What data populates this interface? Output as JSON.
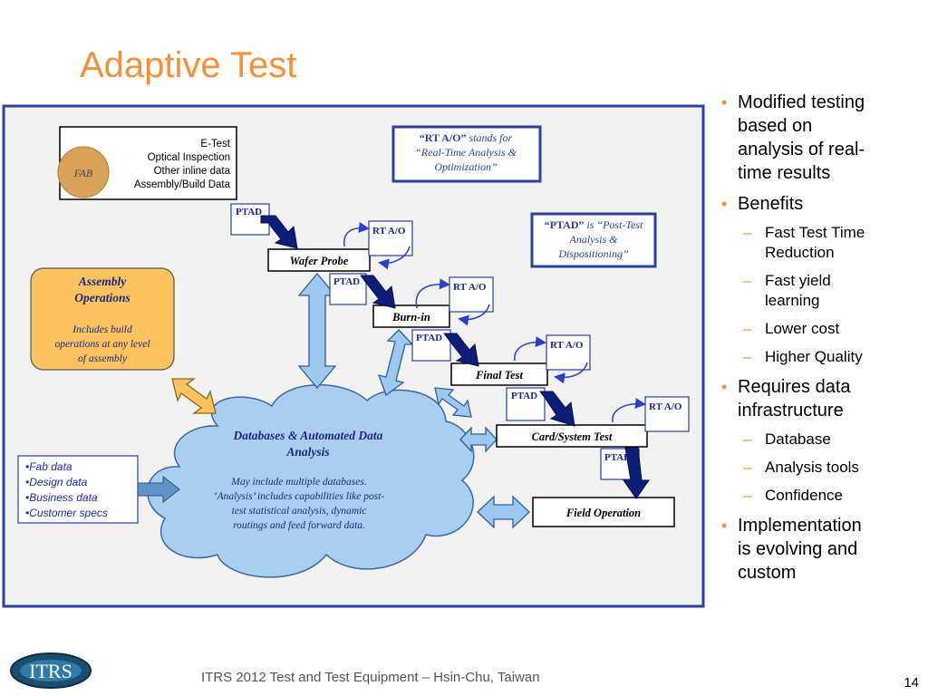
{
  "title": "Adaptive Test",
  "diagram": {
    "source_box": {
      "fab_label": "FAB",
      "lines": [
        "E-Test",
        "Optical Inspection",
        "Other inline data",
        "Assembly/Build Data"
      ]
    },
    "legend_rtao": {
      "term": "“RT A/O”",
      "line1_rest": " stands for",
      "line2": "“Real-Time Analysis &",
      "line3": "Optimization”"
    },
    "legend_ptad": {
      "term": "“PTAD”",
      "line1_rest": " is “Post-Test",
      "line2": "Analysis &",
      "line3": "Dispositioning”"
    },
    "assembly": {
      "title1": "Assembly",
      "title2": "Operations",
      "desc": [
        "Includes build",
        "operations at any level",
        "of assembly"
      ]
    },
    "steps": [
      "Wafer Probe",
      "Burn-in",
      "Final Test",
      "Card/System Test",
      "Field Operation"
    ],
    "ptad_label": "PTAD",
    "rtao_label": "RT A/O",
    "cloud": {
      "title1": "Databases & Automated Data",
      "title2": "Analysis",
      "desc": [
        "May include multiple databases.",
        "‘Analysis’ includes capabilities like post-",
        "test statistical analysis, dynamic",
        "routings and feed forward data."
      ]
    },
    "data_inputs": [
      "Fab data",
      "Design data",
      "Business data",
      "Customer specs"
    ]
  },
  "bullets": [
    {
      "text": "Modified testing based on analysis of real-time results",
      "lines": [
        "Modified testing",
        "based on",
        "analysis of real-",
        "time results"
      ],
      "subs": []
    },
    {
      "text": "Benefits",
      "lines": [
        "Benefits"
      ],
      "subs": [
        [
          "Fast Test Time",
          "Reduction"
        ],
        [
          "Fast yield",
          "learning"
        ],
        [
          "Lower cost"
        ],
        [
          "Higher Quality"
        ]
      ]
    },
    {
      "text": "Requires data infrastructure",
      "lines": [
        "Requires data",
        "infrastructure"
      ],
      "subs": [
        [
          "Database"
        ],
        [
          "Analysis tools"
        ],
        [
          "Confidence"
        ]
      ]
    },
    {
      "text": "Implementation is evolving and custom",
      "lines": [
        "Implementation",
        "is evolving and",
        "custom"
      ],
      "subs": []
    }
  ],
  "footer": "ITRS 2012 Test and Test Equipment –  Hsin-Chu, Taiwan",
  "page_number": "14",
  "logo_text": "ITRS",
  "colors": {
    "accent": "#f5913b",
    "frame": "#2e3f9c",
    "cloud": "#a8cff2",
    "arrow_light": "#9dc8ef",
    "arrow_dark": "#0b1f7a",
    "assembly_fill": "#fcc25d"
  }
}
